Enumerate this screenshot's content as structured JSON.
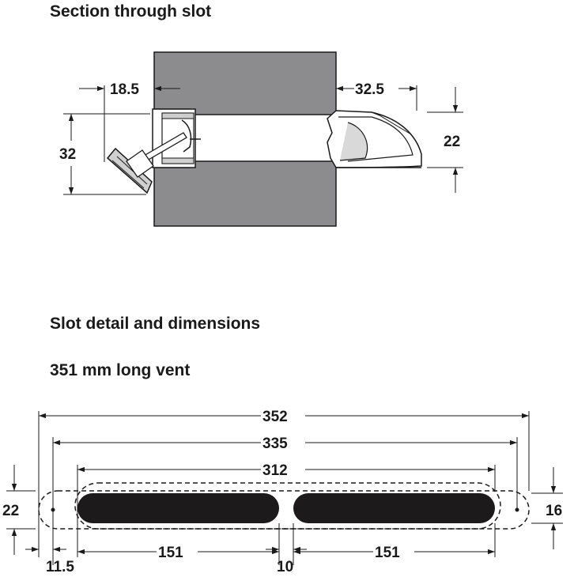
{
  "headings": {
    "section": "Section through slot",
    "slot_detail": "Slot detail and dimensions",
    "vent_length": "351 mm long vent"
  },
  "section_dims": {
    "inner_projection": "18.5",
    "outer_projection": "32.5",
    "inner_height": "32",
    "outer_height": "22"
  },
  "slot_dims": {
    "overall_length": "352",
    "slot_length": "335",
    "cutout_length": "312",
    "overall_height": "22",
    "slot_height": "16",
    "slot_left_length": "151",
    "slot_right_length": "151",
    "end_offset": "11.5",
    "gap": "10"
  },
  "colors": {
    "wall": "#8c8c8e",
    "slot_fill": "#1c1a1a",
    "line": "#1a1a1a"
  }
}
